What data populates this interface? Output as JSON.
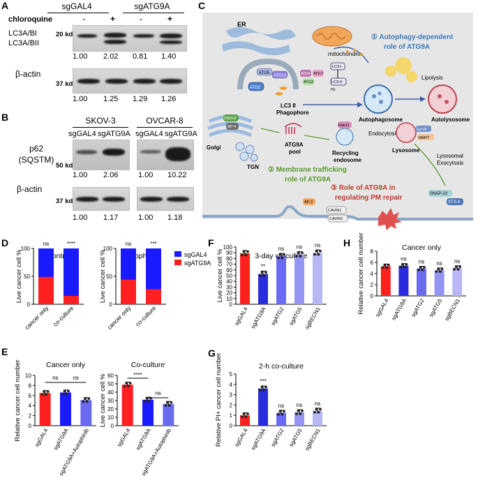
{
  "panelA": {
    "label": "A",
    "groups": [
      "sgGAL4",
      "sgATG9A"
    ],
    "treatment_label": "chloroquine",
    "treatment": [
      "-",
      "+",
      "-",
      "+"
    ],
    "protein1": "LC3A/BI",
    "protein2": "LC3A/BII",
    "marker1": "20 kd",
    "ratios1": [
      "1.00",
      "2.02",
      "0.81",
      "1.40"
    ],
    "loading": "β-actin",
    "marker2": "37 kd",
    "ratios2": [
      "1.00",
      "1.25",
      "1.29",
      "1.26"
    ]
  },
  "panelB": {
    "label": "B",
    "cells": [
      "SKOV-3",
      "OVCAR-8"
    ],
    "lanes": [
      "sgGAL4",
      "sgATG9A",
      "sgGAL4",
      "sgATG9A"
    ],
    "protein": "p62",
    "protein_alt": "(SQSTM)",
    "marker1": "50 kd",
    "ratios1": [
      "1.00",
      "2.06",
      "1.00",
      "10.22"
    ],
    "loading": "β-actin",
    "marker2": "37 kd",
    "ratios2": [
      "1.00",
      "1.17",
      "1.00",
      "1.18"
    ]
  },
  "panelC": {
    "label": "C",
    "title1": "① Autophagy-dependent",
    "title1b": "role of ATG9A",
    "title2": "② Membrane trafficking",
    "title2b": "role of ATG9A",
    "title3": "③ Role of ATG9A in",
    "title3b": "regulating PM repair",
    "labels": {
      "er": "ER",
      "mito": "mitochondria",
      "lc3ii": "LC3 II",
      "phagophore": "Phagophore",
      "golgi": "Golgi",
      "tgn": "TGN",
      "pool1": "ATG9A",
      "pool2": "pool",
      "recycling1": "Recycling",
      "recycling2": "endosome",
      "endocytosis": "Endocytosis",
      "autophagosome": "Autophagosome",
      "autolysosome": "Autolysosome",
      "lysosome": "Lysosome",
      "lipolysis": "Lipolysis",
      "exo1": "Lysosomal",
      "exo2": "Exocytosis",
      "snap23": "SNAP-23",
      "stx4": "STX-4",
      "cavin1": "CAVIN1",
      "cavin2": "CAVIN2",
      "ap2": "AP-2",
      "ap4": "AP-4",
      "snx18": "SNX18",
      "rab11": "Rab11",
      "syt": "Syt VII",
      "vamp7": "VAMP7",
      "atg5": "ATG5",
      "atg12": "ATG12",
      "atg2": "ATG2",
      "atg4": "ATG4",
      "atg7": "ATG7",
      "atg3": "ATG3",
      "lc3i": "LC3-I",
      "lc3ii_b": "LC3-II",
      "pe": "PE"
    },
    "colors": {
      "cell": "#e4e4e4",
      "membrane": "#8aa7c7",
      "blue_title": "#3a7bbf",
      "green_title": "#5a9a2e",
      "red_title": "#c0392b"
    }
  },
  "panelD": {
    "label": "D",
    "chart_data": [
      {
        "type": "bar",
        "stacked": true,
        "title": "Control",
        "ylabel": "Live cancer cell %",
        "ylim": [
          0,
          100
        ],
        "categories": [
          "cancer only",
          "co-culture"
        ],
        "series": [
          {
            "name": "sgGAL4",
            "values": [
              100,
              100
            ],
            "color": "#1a1aff"
          },
          {
            "name": "sgATG9A",
            "values": [
              49,
              15
            ],
            "color": "#ff2020"
          }
        ],
        "significance": [
          "ns",
          "****"
        ]
      },
      {
        "type": "bar",
        "stacked": true,
        "title": "Autophinib",
        "ylabel": "Live cancer cell %",
        "ylim": [
          0,
          100
        ],
        "categories": [
          "cancer only",
          "co-culture"
        ],
        "series": [
          {
            "name": "sgGAL4",
            "values": [
              100,
              100
            ],
            "color": "#1a1aff"
          },
          {
            "name": "sgATG9A",
            "values": [
              44,
              27
            ],
            "color": "#ff2020"
          }
        ],
        "significance": [
          "ns",
          "***"
        ]
      }
    ]
  },
  "panelE": {
    "label": "E",
    "chart_data": [
      {
        "type": "bar",
        "title": "Cancer only",
        "ylabel": "Relative cancer cell number",
        "ylim": [
          0,
          10
        ],
        "yticks": [
          0,
          2,
          4,
          6,
          8,
          10
        ],
        "categories": [
          "sgGAL4",
          "sgATG9A",
          "sgATG9A+Autophinib"
        ],
        "values": [
          6.5,
          6.6,
          5.1
        ],
        "colors": [
          "#ff2020",
          "#1a1aff",
          "#6b6bf0"
        ],
        "significance": [
          "ns",
          "ns"
        ]
      },
      {
        "type": "bar",
        "title": "Co-culture",
        "ylabel": "Live cancer cell %",
        "ylim": [
          0,
          60
        ],
        "yticks": [
          0,
          10,
          20,
          30,
          40,
          50,
          60
        ],
        "categories": [
          "sgGAL4",
          "sgATG9A",
          "sgATG9A+Autophinib"
        ],
        "values": [
          49,
          31,
          26
        ],
        "colors": [
          "#ff2020",
          "#1a1aff",
          "#6b6bf0"
        ],
        "significance": [
          "****",
          "ns"
        ]
      }
    ]
  },
  "panelF": {
    "label": "F",
    "chart_data": {
      "type": "bar",
      "title": "3-day co-culture",
      "ylabel": "Live cancer cell %",
      "ylim": [
        0,
        100
      ],
      "yticks": [
        0,
        10,
        20,
        30,
        40,
        50,
        60,
        70,
        80,
        90,
        100
      ],
      "categories": [
        "sgGAL4",
        "sgATG9A",
        "sgATG2",
        "sgATG5",
        "sgBECN1"
      ],
      "values": [
        89,
        53,
        84,
        87,
        90
      ],
      "colors": [
        "#ff2020",
        "#2a2ae0",
        "#6b6bf0",
        "#9494f2",
        "#b8b8f6"
      ],
      "significance": [
        "",
        "**",
        "ns",
        "ns",
        "ns"
      ]
    }
  },
  "panelG": {
    "label": "G",
    "chart_data": {
      "type": "bar",
      "title": "2-h co-culture",
      "ylabel": "Relative PI+ cancer cell number",
      "ylim": [
        0,
        5
      ],
      "yticks": [
        0,
        1,
        2,
        3,
        4,
        5
      ],
      "categories": [
        "sgGAL4",
        "sgATG9A",
        "sgATG2",
        "sgATG5",
        "sgBECN1"
      ],
      "values": [
        1.0,
        3.6,
        1.25,
        1.3,
        1.45
      ],
      "colors": [
        "#ff2020",
        "#2a2ae0",
        "#6b6bf0",
        "#9494f2",
        "#b8b8f6"
      ],
      "significance": [
        "",
        "***",
        "ns",
        "ns",
        "ns"
      ]
    }
  },
  "panelH": {
    "label": "H",
    "chart_data": {
      "type": "bar",
      "title": "Cancer only",
      "ylabel": "Relative cancer cell number",
      "ylim": [
        0,
        8
      ],
      "yticks": [
        0,
        2,
        4,
        6,
        8
      ],
      "categories": [
        "sgGAL4",
        "sgATG9A",
        "sgATG2",
        "sgATG5",
        "sgBECN1"
      ],
      "values": [
        5.3,
        5.4,
        4.9,
        4.6,
        5.0
      ],
      "colors": [
        "#ff2020",
        "#2a2ae0",
        "#6b6bf0",
        "#9494f2",
        "#b8b8f6"
      ],
      "significance": [
        "",
        "ns",
        "ns",
        "ns",
        "ns"
      ]
    }
  }
}
